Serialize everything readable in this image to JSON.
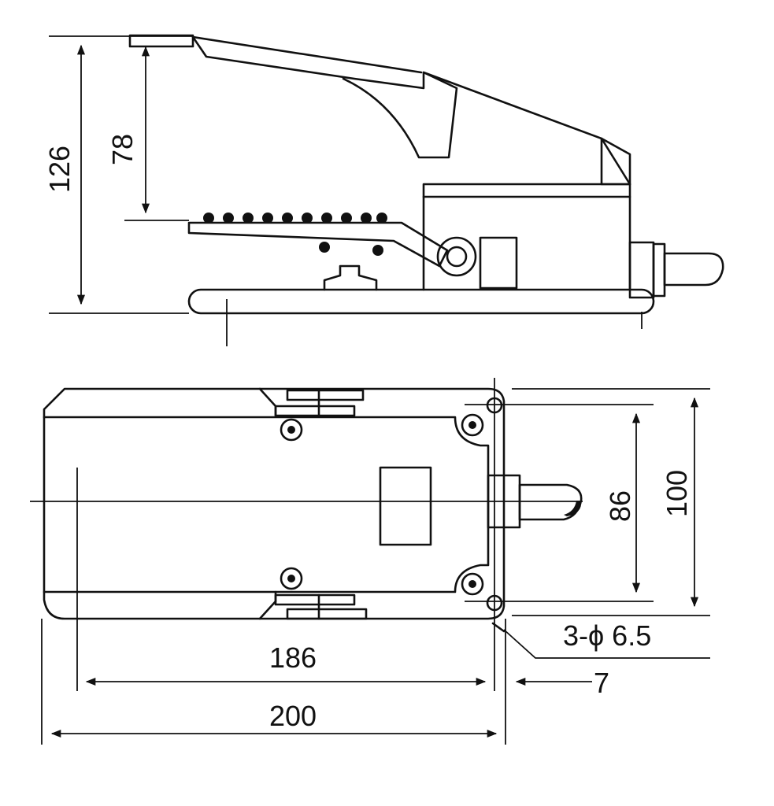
{
  "side_view": {
    "height_total": "126",
    "pedal_height": "78"
  },
  "top_view": {
    "width_outer": "100",
    "hole_spacing": "86",
    "holes": "3-ϕ 6.5",
    "offset": "7",
    "length_inner": "186",
    "length_total": "200"
  }
}
